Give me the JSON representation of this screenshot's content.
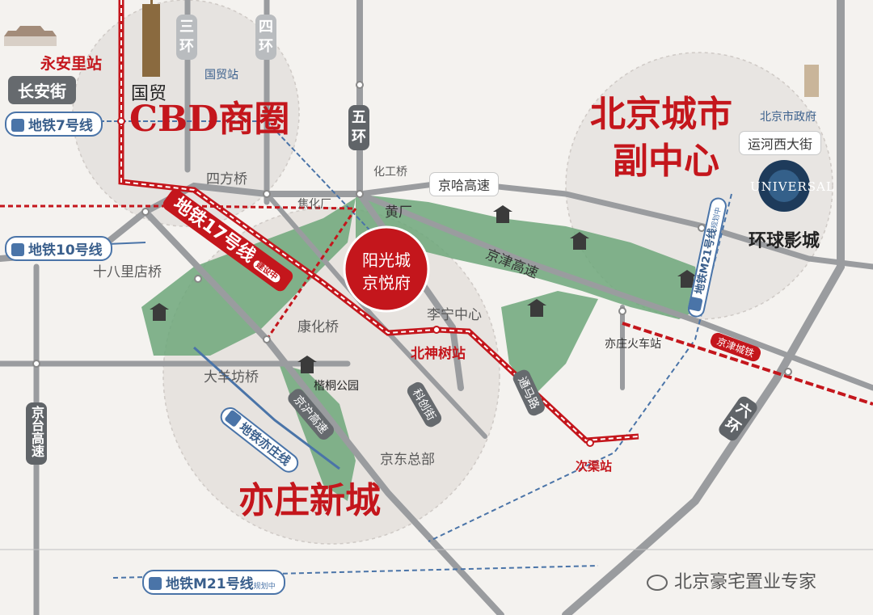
{
  "map": {
    "zones": {
      "cbd_title": "CBD商圈",
      "cbd_guomao": "国贸",
      "sub_center_line1": "北京城市",
      "sub_center_line2": "副中心",
      "yizhuang": "亦庄新城"
    },
    "project": {
      "line1": "阳光城",
      "line2": "京悦府"
    },
    "ring_roads": {
      "third": "三环",
      "fourth": "四环",
      "fifth": "五环",
      "sixth": "六环"
    },
    "roads": {
      "changan": "长安街",
      "jingha": "京哈高速",
      "jingjin": "京津高速",
      "yunhe": "运河西大街",
      "jingtai": "京台高速",
      "jingjin_rail": "京津城铁",
      "jinghu_road": "京沪高速",
      "kechuang": "科创街",
      "tongma": "通马路"
    },
    "metro_lines": {
      "line7": "地铁7号线",
      "line10": "地铁10号线",
      "line17": "地铁17号线",
      "line17_note": "建设中",
      "m21_bottom": "地铁M21号线",
      "m21_bottom_note": "规划中",
      "m21_right": "地铁M21号线",
      "m21_right_note": "规划中",
      "yizhuang_line": "地铁亦庄线"
    },
    "places": {
      "yonganli": "永安里站",
      "guomao_station": "国贸站",
      "sifang": "四方桥",
      "shibali": "十八里店桥",
      "huagong": "化工桥",
      "jiaohua": "焦化厂",
      "huang": "黄厂",
      "kanghua": "康化桥",
      "dayangfang": "大羊坊桥",
      "nanhaizi": "楷桐公园",
      "lining": "李宁中心",
      "beishen": "北神树站",
      "jd": "京东总部",
      "yizhuang_train": "亦庄火车站",
      "ciqu": "次渠站",
      "govt": "北京市政府",
      "universal_logo": "UNIVERSAL",
      "universal": "环球影城"
    },
    "watermark": "北京豪宅置业专家",
    "colors": {
      "red": "#c4161c",
      "green": "#5f9e6e",
      "metro_blue": "#4a74a8",
      "road": "#9a9c9f"
    }
  }
}
